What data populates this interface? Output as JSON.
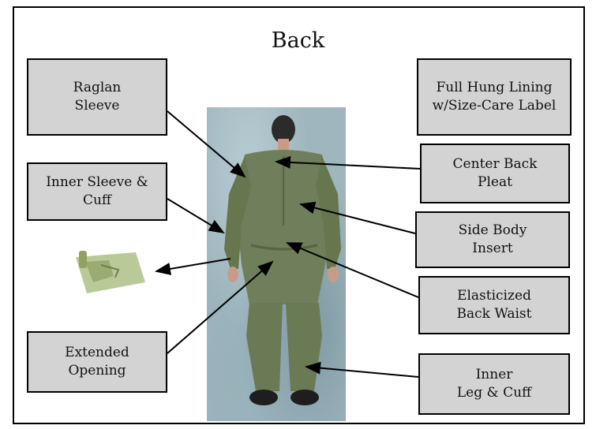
{
  "diagram": {
    "title": "Back",
    "callouts": {
      "raglan_sleeve": "Raglan\nSleeve",
      "inner_sleeve_cuff": "Inner Sleeve &\nCuff",
      "extended_opening": "Extended\nOpening",
      "full_hung_lining": "Full Hung Lining\nw/Size-Care Label",
      "center_back_pleat": "Center Back\nPleat",
      "side_body_insert": "Side Body\nInsert",
      "elasticized_back_waist": "Elasticized\nBack Waist",
      "inner_leg_cuff": "Inner\nLeg & Cuff"
    },
    "colors": {
      "callout_fill": "#d3d3d3",
      "flightsuit_green": "#6f7f5b",
      "photo_background": "#9fb6be"
    }
  }
}
